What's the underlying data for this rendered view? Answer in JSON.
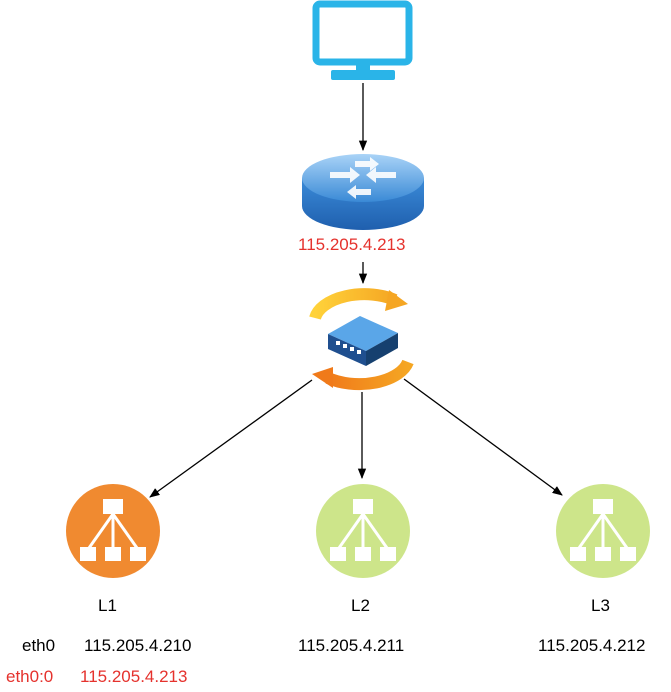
{
  "router": {
    "ip": "115.205.4.213"
  },
  "nodes": [
    {
      "label": "L1",
      "status": "active",
      "color": "#f08a30",
      "iface": "eth0",
      "ip": "115.205.4.210",
      "vip_iface": "eth0:0",
      "vip": "115.205.4.213"
    },
    {
      "label": "L2",
      "status": "standby",
      "color": "#cde58a",
      "ip": "115.205.4.211"
    },
    {
      "label": "L3",
      "status": "standby",
      "color": "#cde58a",
      "ip": "115.205.4.212"
    }
  ],
  "colors": {
    "monitor": "#2ab4e8",
    "router": "#4a9fe0",
    "highlight": "#e5322d",
    "arrow": "#000000"
  },
  "icons": [
    "monitor-icon",
    "router-icon",
    "switch-icon",
    "hierarchy-icon"
  ]
}
